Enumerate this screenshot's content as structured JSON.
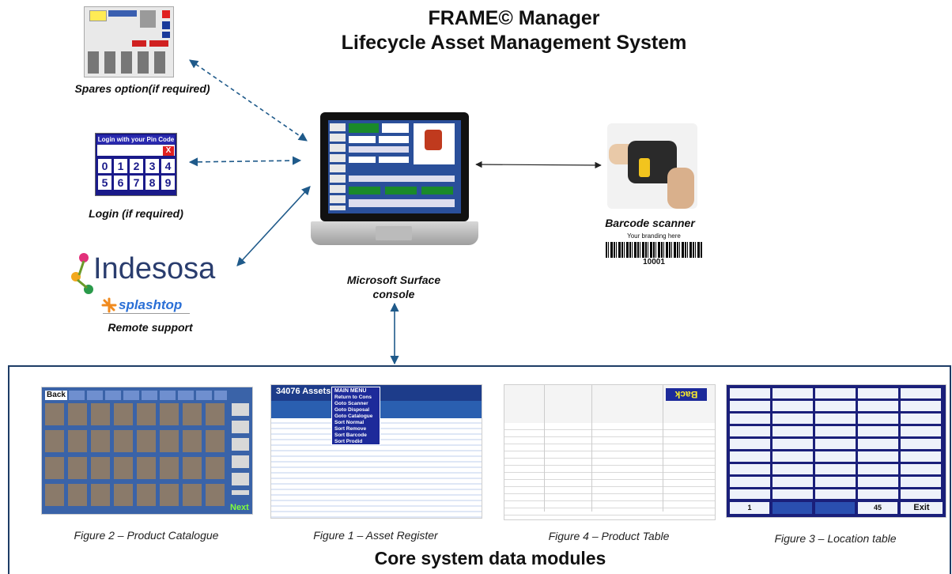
{
  "title": {
    "line1": "FRAME© Manager",
    "line2": "Lifecycle Asset Management System"
  },
  "nodes": {
    "spares": {
      "caption": "Spares option(if required)"
    },
    "login": {
      "caption": "Login (if required)",
      "header": "Login with your Pin Code",
      "keys": [
        "0",
        "1",
        "2",
        "3",
        "4",
        "5",
        "6",
        "7",
        "8",
        "9"
      ],
      "close": "X"
    },
    "remote": {
      "logo": "Indesosa",
      "sub_logo": "splashtop",
      "caption": "Remote support"
    },
    "console": {
      "caption_line1": "Microsoft Surface",
      "caption_line2": "console"
    },
    "scanner": {
      "caption": "Barcode scanner",
      "branding": "Your branding here",
      "code": "10001"
    }
  },
  "modules_title": "Core system data modules",
  "figures": {
    "fig2": {
      "caption": "Figure 2 – Product Catalogue",
      "back": "Back",
      "next": "Next"
    },
    "fig1": {
      "caption": "Figure 1 – Asset Register",
      "header": "34076 Assets",
      "menu_title": "MAIN MENU",
      "menu_items": [
        "Return to Cons",
        "Goto Scanner",
        "Goto Disposal",
        "Goto Catalogue",
        "Sort Normal",
        "Sort Remove",
        "Sort Barcode",
        "Sort Prodid"
      ]
    },
    "fig4": {
      "caption": "Figure 4 – Product Table",
      "back": "Back"
    },
    "fig3": {
      "caption": "Figure 3 – Location table",
      "page": "1",
      "count": "45",
      "exit": "Exit"
    }
  },
  "colors": {
    "navy": "#1d3c66",
    "arrow": "#1f5a8a",
    "panel_blue": "#2a4f9a"
  }
}
